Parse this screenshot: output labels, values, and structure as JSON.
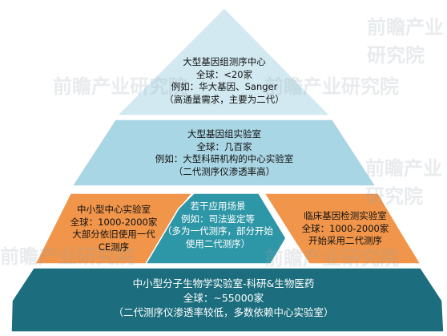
{
  "colors": {
    "tier1": "#d2e9f1",
    "tier2": "#a9d6e4",
    "side": "#f0954a",
    "center": "#2e97a7",
    "base": "#1c6e7e",
    "watermark": "#c9d2d6"
  },
  "tiers": {
    "top": {
      "title": "大型基因组测序中心",
      "global": "全球：<20家",
      "example": "例如：华大基因、Sanger",
      "note": "（高通量需求，主要为二代）"
    },
    "second": {
      "title": "大型基因组实验室",
      "global": "全球：几百家",
      "example": "例如：大型科研机构的中心实验室",
      "note": "（二代测序仪渗透率高）"
    },
    "left": {
      "title": "中小型中心实验室",
      "global": "全球：1000-2000家",
      "desc1": "大部分依旧使用一代",
      "desc2": "CE测序"
    },
    "center": {
      "title": "若干应用场景",
      "example": "例如：司法鉴定等",
      "desc1": "（多为一代测序，部分开始",
      "desc2": "使用二代测序）"
    },
    "right": {
      "title": "临床基因检测实验室",
      "global": "全球：1000-2000家",
      "desc": "开始采用二代测序"
    },
    "base": {
      "title": "中小型分子生物学实验室-科研&生物医药",
      "global": "全球：~55000家",
      "note": "（二代测序仪渗透率较低，多数依赖中心实验室）"
    }
  },
  "watermark": {
    "brand": "前瞻产业研究院"
  }
}
